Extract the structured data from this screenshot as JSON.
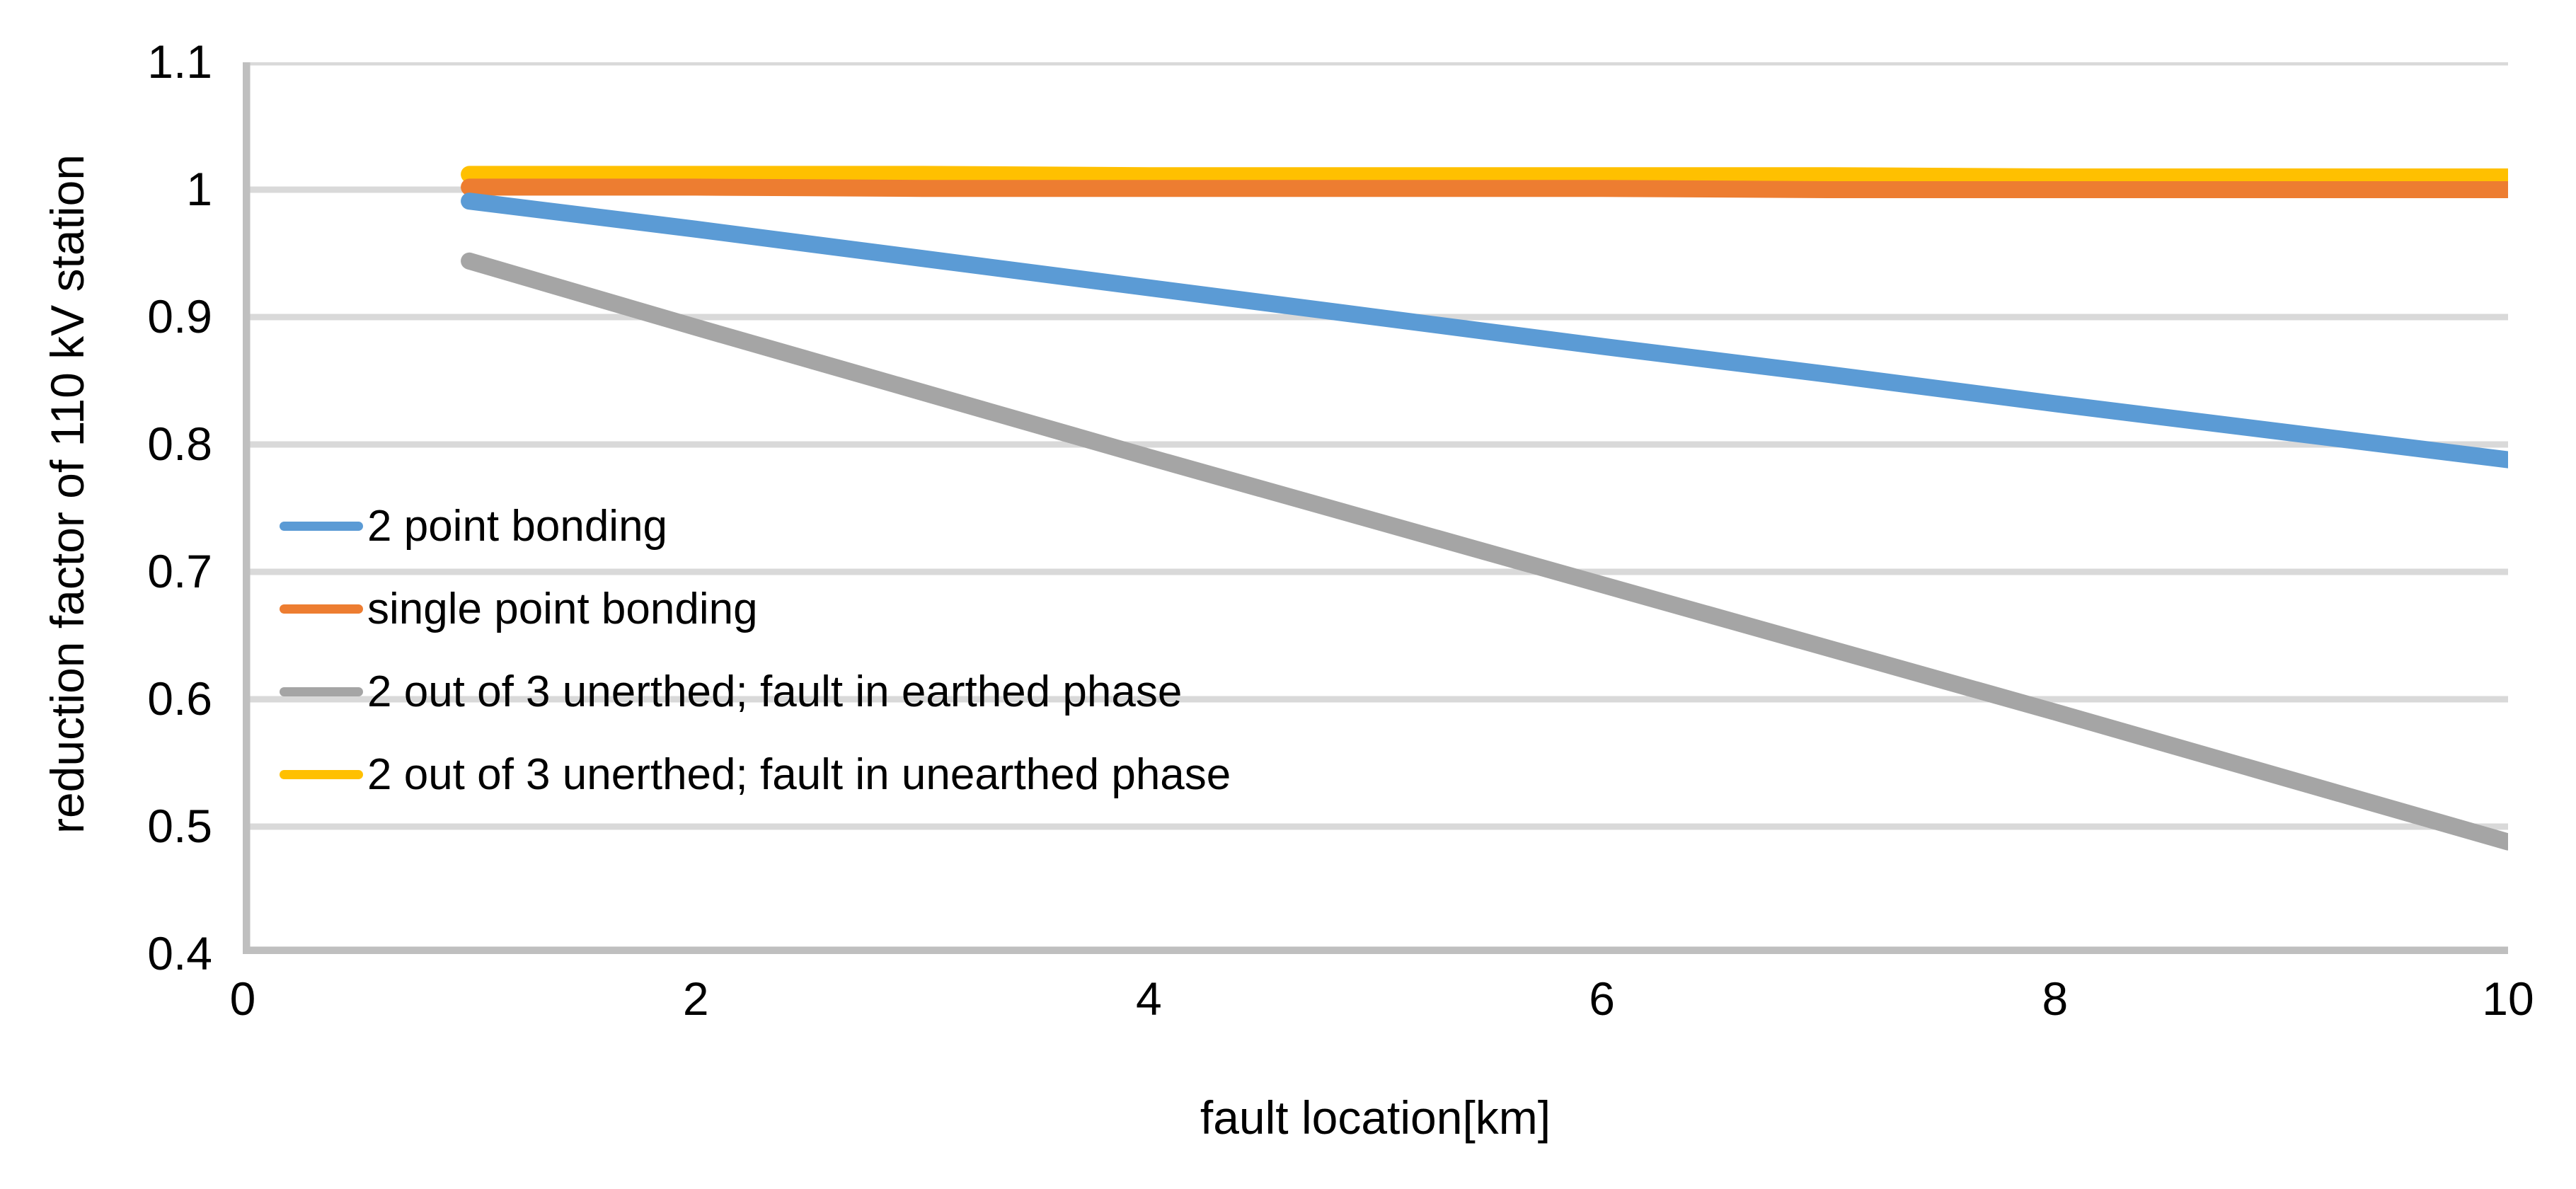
{
  "chart_data": {
    "type": "line",
    "title": "",
    "xlabel": "fault location[km]",
    "ylabel": "reduction factor of 110 kV station",
    "xlim": [
      0,
      10
    ],
    "ylim": [
      0.4,
      1.1
    ],
    "xticks": [
      "0",
      "2",
      "4",
      "6",
      "8",
      "10"
    ],
    "yticks": [
      "1.1",
      "1",
      "0.9",
      "0.8",
      "0.7",
      "0.6",
      "0.5",
      "0.4"
    ],
    "grid": true,
    "legend_position": "inside-left",
    "x": [
      1,
      2,
      3,
      4,
      5,
      6,
      7,
      8,
      9,
      10
    ],
    "series": [
      {
        "name": "2 point bonding",
        "color": "#5B9BD5",
        "values": [
          0.991,
          0.969,
          0.946,
          0.923,
          0.9,
          0.877,
          0.855,
          0.832,
          0.81,
          0.788
        ]
      },
      {
        "name": "single point bonding",
        "color": "#ED7D31",
        "values": [
          1.002,
          1.002,
          1.001,
          1.001,
          1.001,
          1.001,
          1.0,
          1.0,
          1.0,
          1.0
        ]
      },
      {
        "name": "2 out of 3 unerthed; fault in earthed phase",
        "color": "#A5A5A5",
        "values": [
          0.944,
          0.892,
          0.841,
          0.79,
          0.74,
          0.69,
          0.64,
          0.59,
          0.539,
          0.488
        ]
      },
      {
        "name": "2 out of 3 unerthed; fault in unearthed phase",
        "color": "#FFC000",
        "values": [
          1.012,
          1.012,
          1.012,
          1.011,
          1.011,
          1.011,
          1.011,
          1.01,
          1.01,
          1.01
        ]
      }
    ]
  },
  "axis": {
    "y_title": "reduction factor of 110 kV station",
    "x_title": "fault location[km]",
    "yticks": [
      "1.1",
      "1",
      "0.9",
      "0.8",
      "0.7",
      "0.6",
      "0.5",
      "0.4"
    ],
    "xticks": [
      "0",
      "2",
      "4",
      "6",
      "8",
      "10"
    ]
  },
  "legend": {
    "items": [
      {
        "label": "2 point bonding",
        "color": "#5B9BD5"
      },
      {
        "label": "single point bonding",
        "color": "#ED7D31"
      },
      {
        "label": "2 out of 3 unerthed; fault in earthed phase",
        "color": "#A5A5A5"
      },
      {
        "label": "2 out of 3 unerthed; fault in unearthed phase",
        "color": "#FFC000"
      }
    ]
  },
  "colors": {
    "series_blue": "#5B9BD5",
    "series_orange": "#ED7D31",
    "series_gray": "#A5A5A5",
    "series_yellow": "#FFC000",
    "gridline": "#D9D9D9",
    "axis_line": "#BFBFBF",
    "text": "#000000",
    "background": "#FFFFFF"
  }
}
